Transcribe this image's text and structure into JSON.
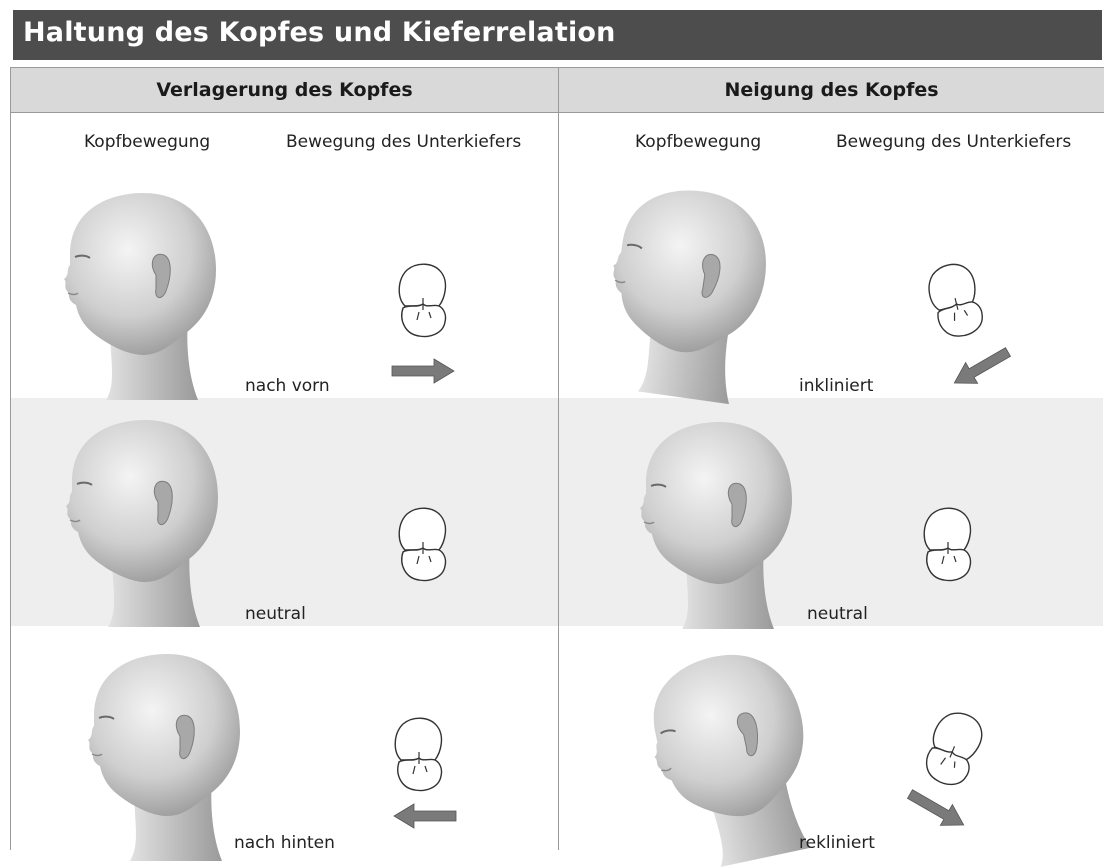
{
  "title": "Haltung des Kopfes und Kieferrelation",
  "left": {
    "heading": "Verlagerung des Kopfes",
    "col1": "Kopfbewegung",
    "col2": "Bewegung des Unterkiefers",
    "rows": [
      {
        "label": "nach vorn"
      },
      {
        "label": "neutral"
      },
      {
        "label": "nach hinten"
      }
    ]
  },
  "right": {
    "heading": "Neigung des Kopfes",
    "col1": "Kopfbewegung",
    "col2": "Bewegung des Unterkiefers",
    "rows": [
      {
        "label": "inkliniert"
      },
      {
        "label": "neutral"
      },
      {
        "label": "rekliniert"
      }
    ]
  },
  "colors": {
    "title_bar": "#4d4d4d",
    "header": "#d9d9d9",
    "band": "#eeeeee",
    "arrow": "#7a7a7a"
  }
}
